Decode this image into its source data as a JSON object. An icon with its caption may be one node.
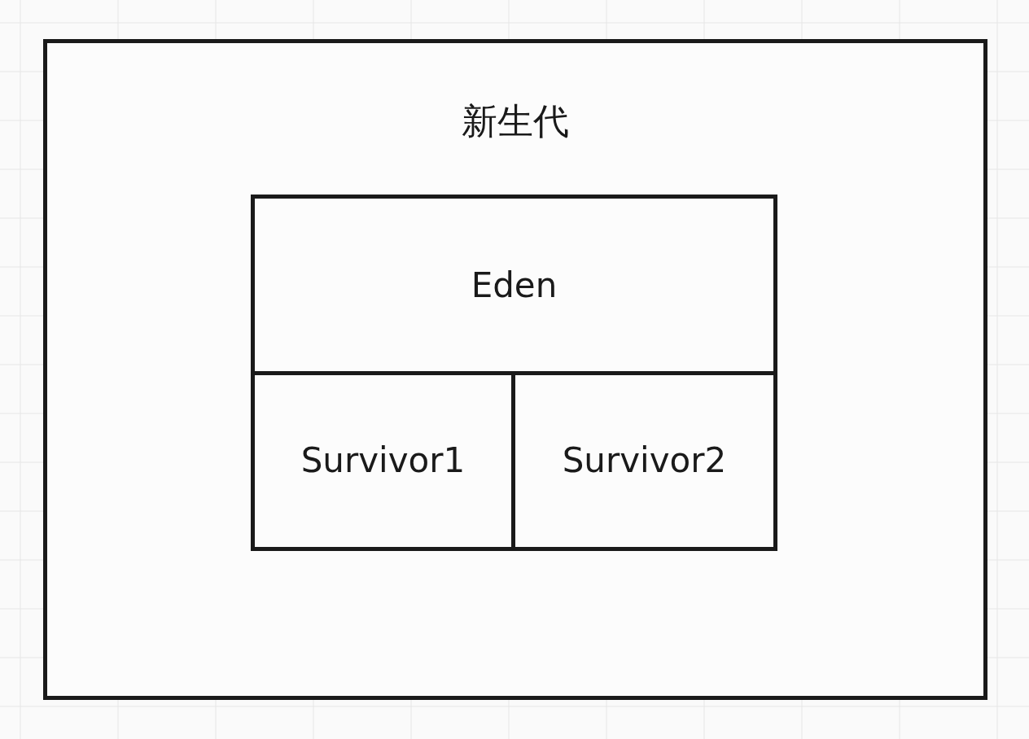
{
  "diagram": {
    "nodes": [
      {
        "text": [
          "新生代"
        ]
      },
      {
        "text": [
          "Eden"
        ],
        "in": 0
      },
      {
        "text": [
          "Survivor1"
        ],
        "in": 0
      },
      {
        "text": [
          "Survivor2"
        ],
        "in": 0
      }
    ]
  }
}
